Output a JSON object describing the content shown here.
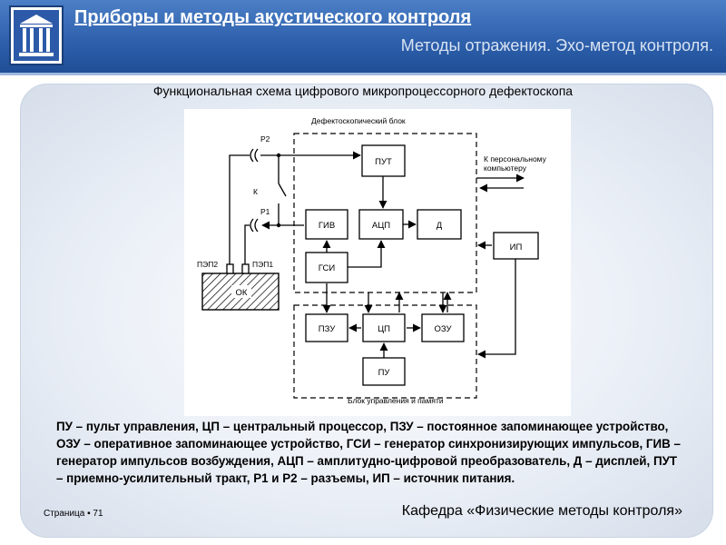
{
  "header": {
    "title": "Приборы и методы акустического контроля",
    "subtitle": "Методы отражения. Эхо-метод контроля."
  },
  "figure": {
    "title": "Функциональная схема цифрового микропроцессорного дефектоскопа",
    "group_top": "Дефектоскопический блок",
    "group_bottom": "Блок управления и памяти",
    "pc_label_line1": "К персональному",
    "pc_label_line2": "компьютеру",
    "blocks": {
      "put": "ПУТ",
      "giv": "ГИВ",
      "acp": "АЦП",
      "d": "Д",
      "gsi": "ГСИ",
      "ip": "ИП",
      "pzu": "ПЗУ",
      "cp": "ЦП",
      "ozu": "ОЗУ",
      "pu": "ПУ",
      "ok": "ОК"
    },
    "labels": {
      "p2": "Р2",
      "p1": "Р1",
      "k": "К",
      "pep2": "ПЭП2",
      "pep1": "ПЭП1"
    }
  },
  "legend": "ПУ – пульт управления, ЦП – центральный процессор, ПЗУ – постоянное запоминающее устройство, ОЗУ – оперативное запоминающее устройство, ГСИ – генератор синхронизирующих импульсов, ГИВ – генератор импульсов возбуждения, АЦП – амплитудно-цифровой преобразователь, Д – дисплей, ПУТ – приемно-усилительный тракт, Р1 и Р2 – разъемы, ИП – источник питания.",
  "footer": {
    "page": "Страница ▪ 71",
    "department": "Кафедра «Физические методы контроля»"
  }
}
